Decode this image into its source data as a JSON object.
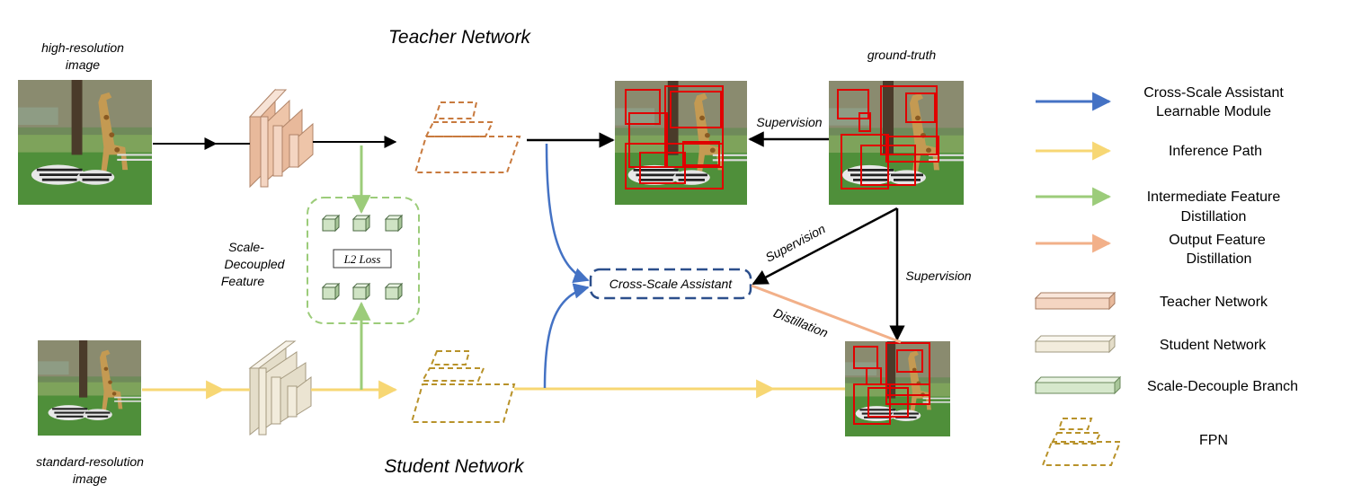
{
  "diagram": {
    "teacher_title": "Teacher Network",
    "student_title": "Student Network",
    "hr_image_label": [
      "high-resolution",
      "image"
    ],
    "sr_image_label": [
      "standard-resolution",
      "image"
    ],
    "gt_label": "ground-truth",
    "scale_decoupled_label": [
      "Scale-",
      "Decoupled",
      "Feature"
    ],
    "l2_loss": "L2 Loss",
    "cross_scale": "Cross-Scale Assistant",
    "supervision_1": "Supervision",
    "supervision_2": "Supervision",
    "supervision_3": "Supervision",
    "distillation": "Distillation"
  },
  "legend": {
    "cross_scale": [
      "Cross-Scale Assistant",
      "Learnable Module"
    ],
    "inference": "Inference Path",
    "intermediate": [
      "Intermediate Feature",
      "Distillation"
    ],
    "output": [
      "Output Feature",
      "Distillation"
    ],
    "teacher": "Teacher Network",
    "student": "Student Network",
    "scale_branch": "Scale-Decouple Branch",
    "fpn": "FPN"
  },
  "colors": {
    "blue": "#4472c4",
    "yellow": "#f7d774",
    "green": "#9ccc7a",
    "orange": "#f2b089",
    "teacher_block": "#f4d5c2",
    "student_block": "#f2ecdc",
    "branch_block": "#d6e8cc",
    "fpn_teacher": "#c87a3e",
    "fpn_student": "#b8922a",
    "dark_blue": "#2c4f8c"
  }
}
